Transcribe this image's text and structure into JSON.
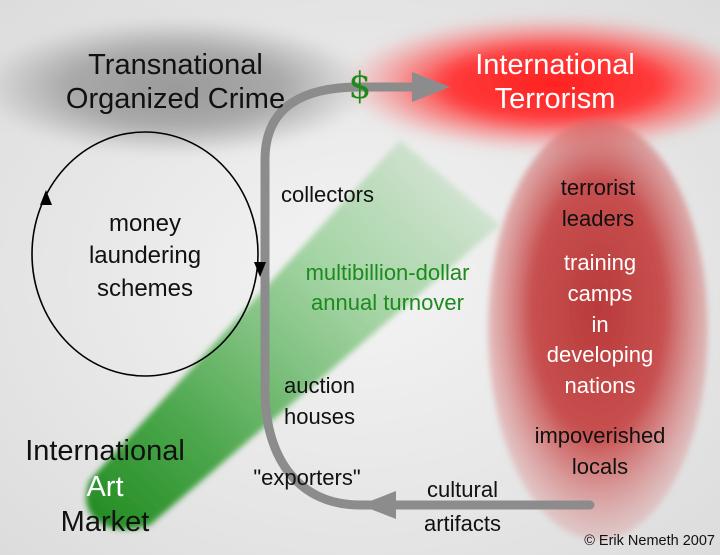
{
  "colors": {
    "organized_crime_fill": "#a9a9a9",
    "terrorism_fill": "#ff2e2e",
    "terrorism_hub_fill": "#c44a4a",
    "art_market_fill": "#2f9a2f",
    "money_text": "#1d8a1d",
    "flow_arrow": "#8c8c8c",
    "cycle_stroke": "#000000"
  },
  "nodes": {
    "organized_crime": {
      "line1": "Transnational",
      "line2": "Organized Crime"
    },
    "terrorism": {
      "line1": "International",
      "line2": "Terrorism"
    },
    "art_market": {
      "line1": "International",
      "line2": "Art",
      "line3": "Market"
    },
    "money_laundering": {
      "line1": "money",
      "line2": "laundering",
      "line3": "schemes"
    }
  },
  "terrorism_members": {
    "leaders": {
      "line1": "terrorist",
      "line2": "leaders"
    },
    "camps": {
      "line1": "training",
      "line2": "camps",
      "line3": "in",
      "line4": "developing",
      "line5": "nations"
    },
    "locals": {
      "line1": "impoverished",
      "line2": "locals"
    }
  },
  "flow": {
    "collectors": "collectors",
    "turnover": {
      "line1": "multibillion-dollar",
      "line2": "annual turnover"
    },
    "auction": {
      "line1": "auction",
      "line2": "houses"
    },
    "exporters": "\"exporters\"",
    "artifacts": {
      "line1": "cultural",
      "line2": "artifacts"
    },
    "currency_symbol": "$"
  },
  "credit": "© Erik Nemeth 2007"
}
